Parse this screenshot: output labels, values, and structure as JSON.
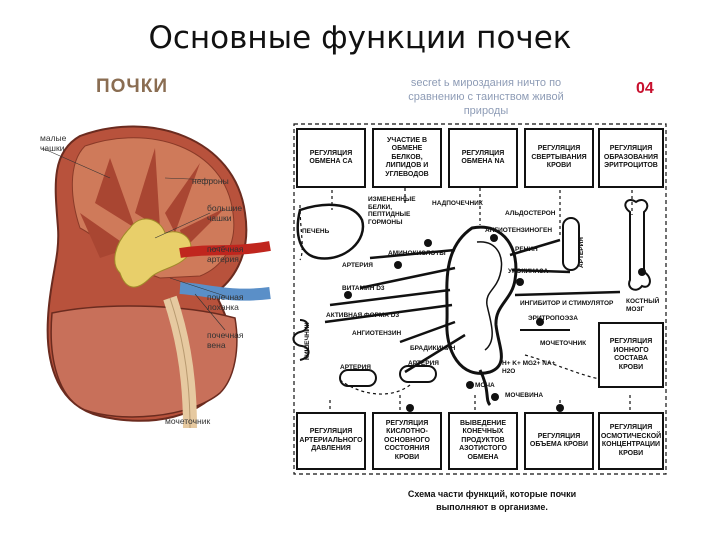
{
  "slide": {
    "title": "Основные функции почек",
    "subtitle": "ПОЧКИ",
    "faded_text": "secret ь   мироздания ничто по сравнению с таинством живой природы",
    "number": "04"
  },
  "kidney_labels": {
    "minor_calyces": "малые чашки",
    "nephrons": "нефроны",
    "major_calyces": "большие чашки",
    "renal_artery": "почечная артерия",
    "renal_pelvis": "почечная лоханка",
    "renal_vein": "почечная вена",
    "ureter": "мочеточник"
  },
  "boxes_top": [
    "Регуляция обмена Ca",
    "Участие в обмене белков, липидов и углеводов",
    "Регуляция обмена Na",
    "Регуляция свертывания крови",
    "Регуляция образования эритроцитов"
  ],
  "boxes_bottom": [
    "Регуляция артериального давления",
    "Регуляция кислотно-основного состояния крови",
    "Выведение конечных продуктов азотистого обмена",
    "Регуляция объема крови",
    "Регуляция осмотической концентрации крови"
  ],
  "box_right_mid": "Регуляция ионного состава крови",
  "diagram_labels": {
    "liver": "Печень",
    "modified_proteins": "Измененные белки, пептидные гормоны",
    "adrenal": "Надпочечник",
    "aldosterone": "Альдостерон",
    "angiotensinogen": "Ангиотензиноген",
    "renin": "Ренин",
    "artery": "Артерия",
    "amino_acids": "Аминокислоты",
    "urokinase": "Урокиназа",
    "vitamin_d3": "Витамин D3",
    "active_d3": "Активная форма D3",
    "angiotensin": "Ангиотензин",
    "bradykinin": "Брадикинин",
    "intestine": "Кишечник",
    "inhibitor_stimulator": "Ингибитор и стимулятор",
    "erythropoiesis": "Эритропоэза",
    "bone_marrow": "Костный мозг",
    "ureter": "Мочеточник",
    "ions": "H+ K+ Mg2+ Na+ H2O",
    "urine": "Моча",
    "urea": "Мочевина"
  },
  "caption": "Схема части функций, которые почки выполняют в организме."
}
